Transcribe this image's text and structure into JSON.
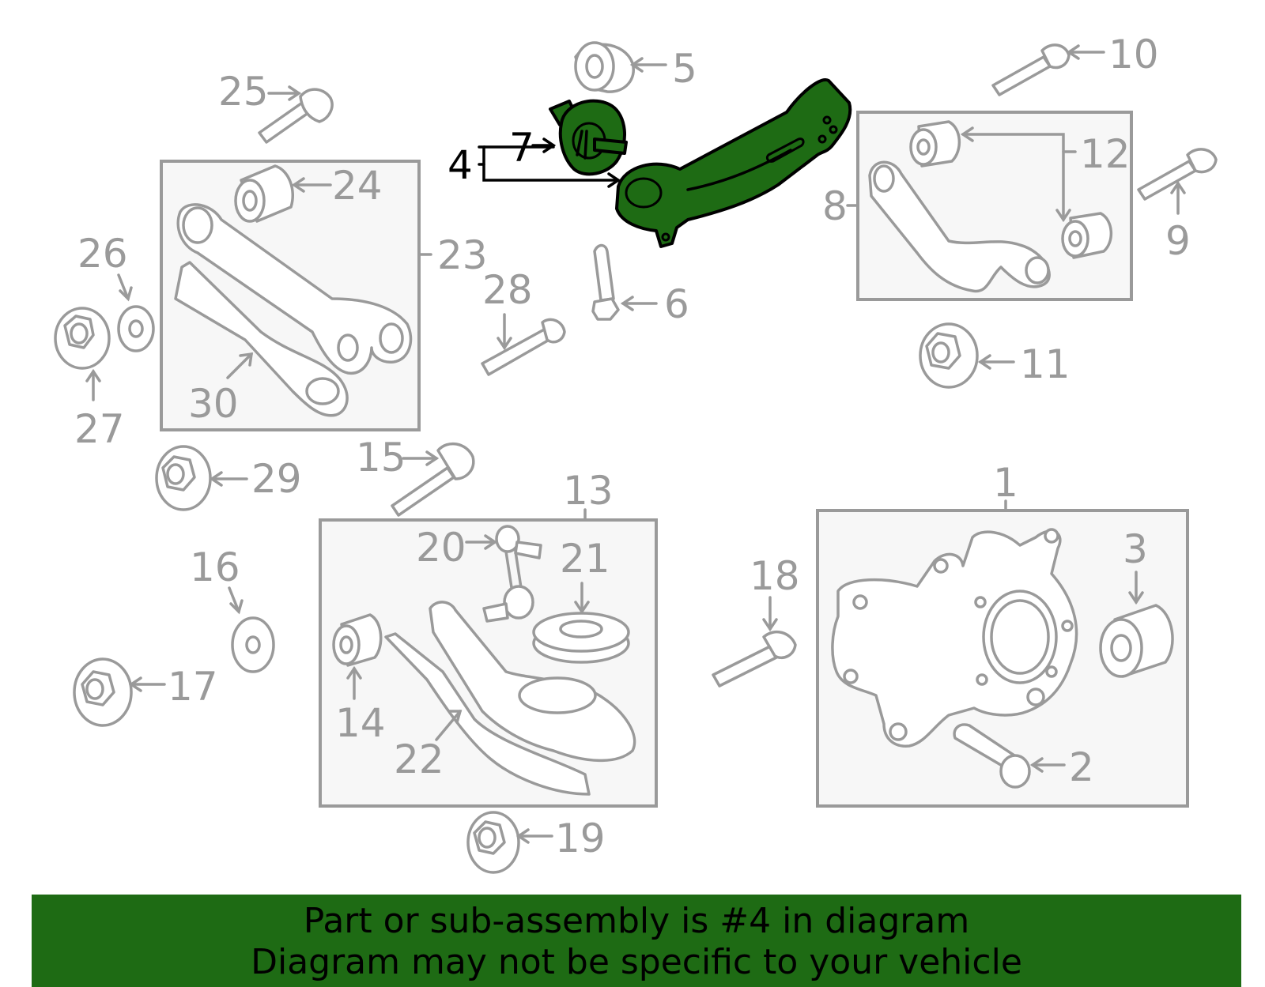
{
  "labels": {
    "n1": "1",
    "n2": "2",
    "n3": "3",
    "n4": "4",
    "n5": "5",
    "n6": "6",
    "n7": "7",
    "n8": "8",
    "n9": "9",
    "n10": "10",
    "n11": "11",
    "n12": "12",
    "n13": "13",
    "n14": "14",
    "n15": "15",
    "n16": "16",
    "n17": "17",
    "n18": "18",
    "n19": "19",
    "n20": "20",
    "n21": "21",
    "n22": "22",
    "n23": "23",
    "n24": "24",
    "n25": "25",
    "n26": "26",
    "n27": "27",
    "n28": "28",
    "n29": "29",
    "n30": "30"
  },
  "banner": {
    "line1": "Part or sub-assembly is #4 in diagram",
    "line2": "Diagram may not be specific to your vehicle"
  },
  "colors": {
    "highlight": "#1e6b14",
    "outline_gray": "#9a9a9a",
    "box_fill": "#f7f7f7"
  }
}
